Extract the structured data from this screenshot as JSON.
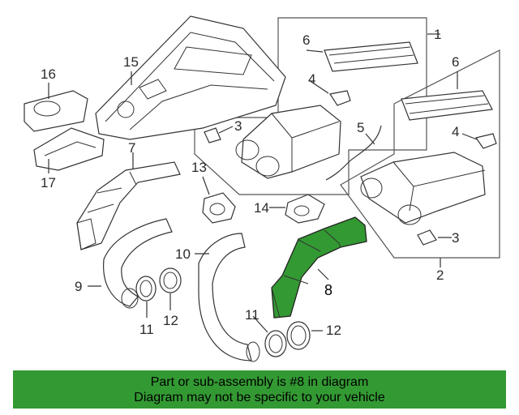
{
  "callouts": {
    "c1": "1",
    "c2": "2",
    "c3a": "3",
    "c3b": "3",
    "c4a": "4",
    "c4b": "4",
    "c5": "5",
    "c6a": "6",
    "c6b": "6",
    "c7": "7",
    "c8": "8",
    "c9": "9",
    "c10": "10",
    "c11a": "11",
    "c11b": "11",
    "c12a": "12",
    "c12b": "12",
    "c13": "13",
    "c14": "14",
    "c15": "15",
    "c16": "16",
    "c17": "17"
  },
  "banner": {
    "line1": "Part or sub-assembly is #8 in diagram",
    "line2": "Diagram may not be specific to your vehicle"
  },
  "colors": {
    "highlight": "#339933",
    "line": "#333333"
  }
}
